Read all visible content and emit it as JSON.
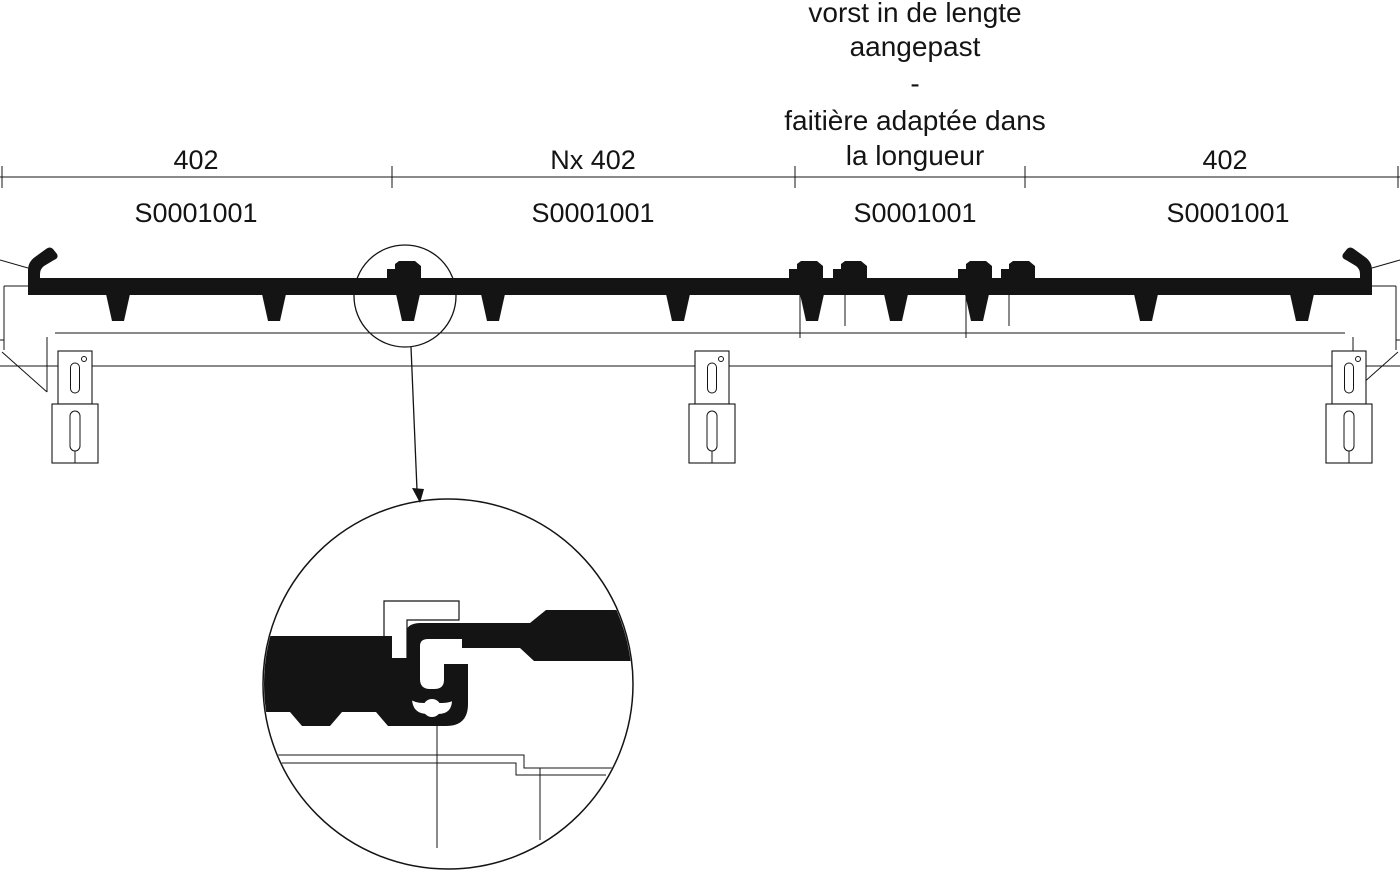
{
  "colors": {
    "ink": "#141414",
    "background": "#ffffff"
  },
  "header": {
    "nl_line1": "vorst in de lengte",
    "nl_line2": "aangepast",
    "separator": "-",
    "fr_line1": "faitière adaptée dans",
    "fr_line2": "la longueur"
  },
  "dimensions": {
    "segments": [
      {
        "length": "402",
        "code": "S0001001"
      },
      {
        "length": "Nx 402",
        "code": "S0001001"
      },
      {
        "length": "",
        "code": "S0001001"
      },
      {
        "length": "402",
        "code": "S0001001"
      }
    ]
  }
}
